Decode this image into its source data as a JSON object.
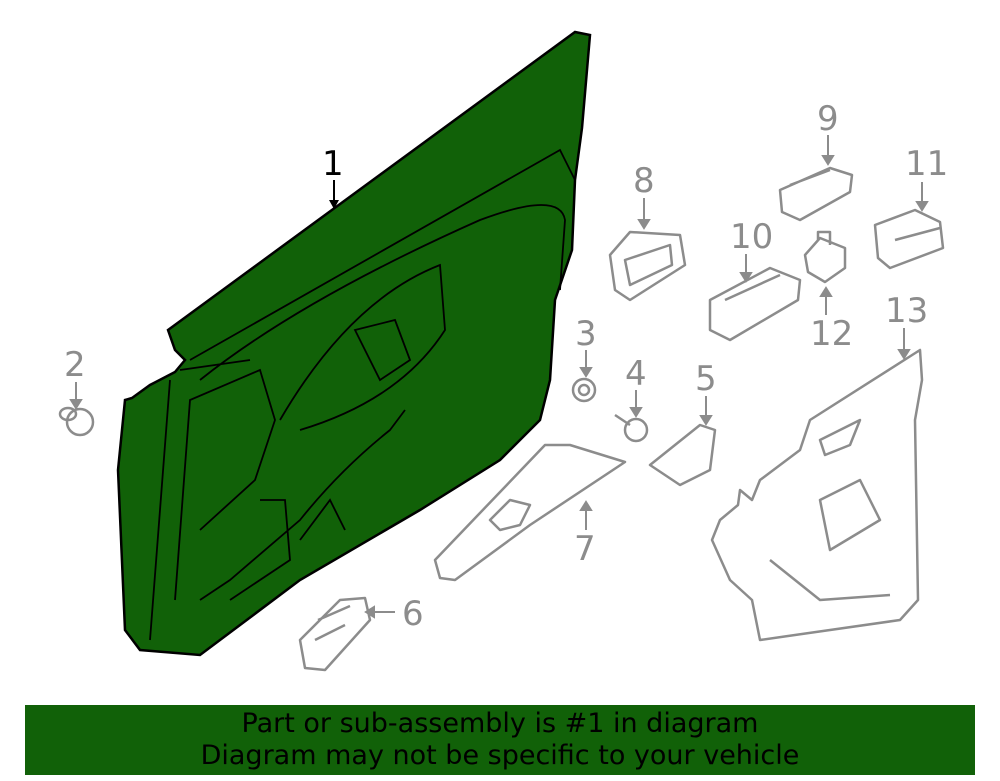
{
  "diagram": {
    "callouts": [
      "1",
      "2",
      "3",
      "4",
      "5",
      "6",
      "7",
      "8",
      "9",
      "10",
      "11",
      "12",
      "13"
    ],
    "highlight_color": "#116108"
  },
  "banner": {
    "line1": "Part or sub-assembly is #1 in diagram",
    "line2": "Diagram may not be specific to your vehicle"
  }
}
